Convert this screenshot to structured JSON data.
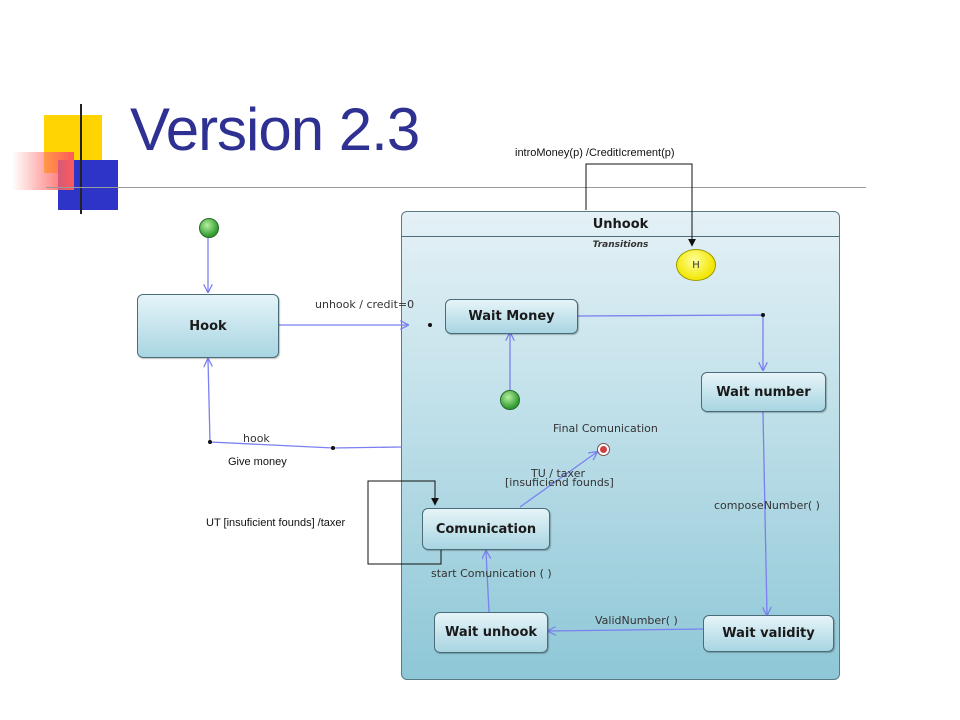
{
  "slide": {
    "title": "Version 2.3",
    "labels": {
      "intro_money": "introMoney(p)  /CreditIcrement(p)",
      "give_money": "Give money",
      "ut_insufficient": "UT  [insuficient   founds]  /taxer"
    }
  },
  "diagram": {
    "composite": {
      "name": "Unhook",
      "subtitle": "Transitions"
    },
    "states": {
      "hook": "Hook",
      "wait_money": "Wait Money",
      "wait_number": "Wait number",
      "comunication": "Comunication",
      "wait_unhook": "Wait unhook",
      "wait_validity": "Wait validity"
    },
    "history": "H",
    "transitions": {
      "unhook_credit": "unhook / credit=0",
      "hook": "hook",
      "final_comunication": "Final Comunication",
      "tu_taxer": "TU / taxer",
      "insuficiend_founds": "[insuficiend founds]",
      "compose_number": "composeNumber( )",
      "start_comunication": "start Comunication ( )",
      "valid_number": "ValidNumber( )"
    },
    "colors": {
      "edge": "#7b7ff0",
      "state_top": "#e6f4f8",
      "state_bottom": "#a8d5e2",
      "title": "#2e3092"
    }
  }
}
